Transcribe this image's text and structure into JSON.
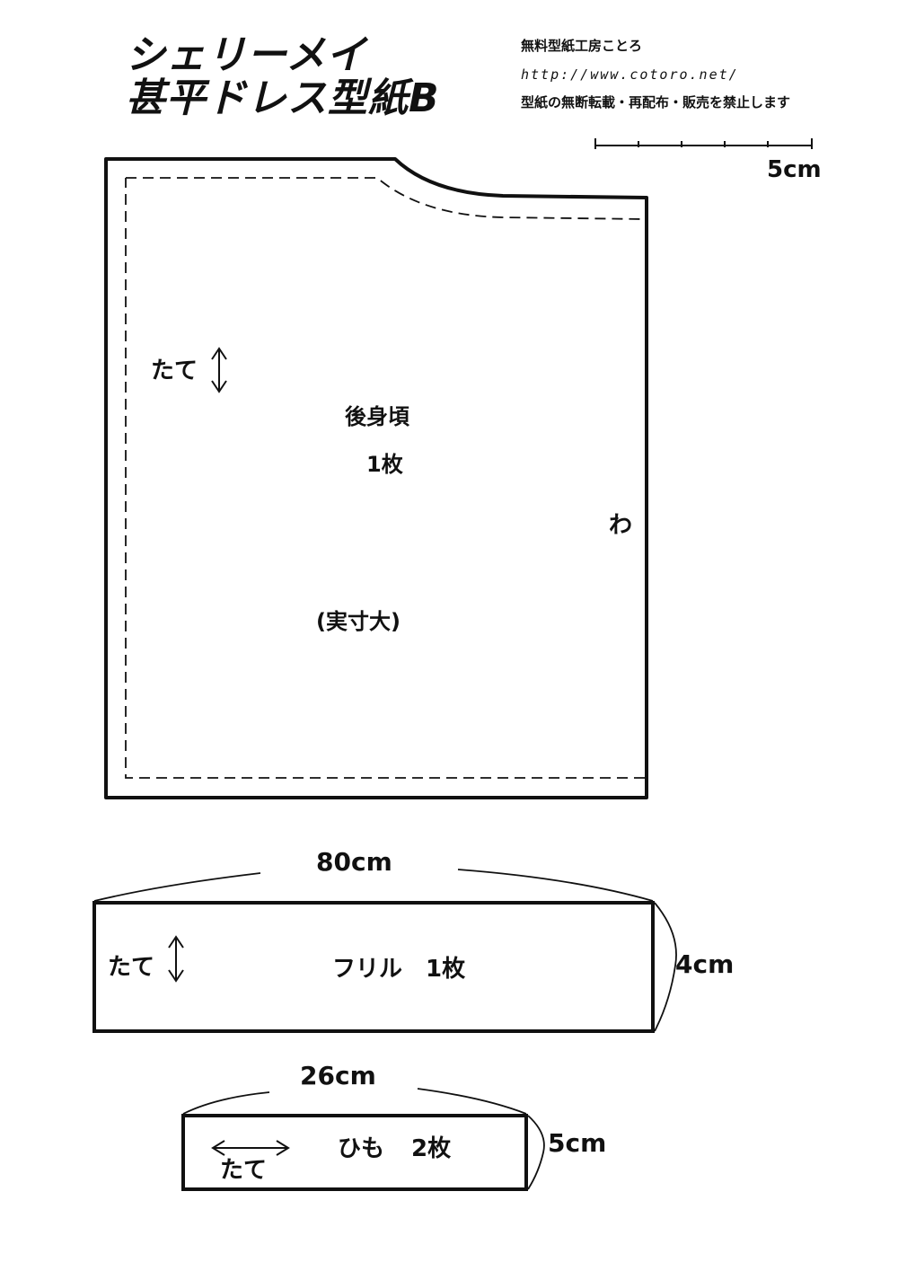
{
  "header": {
    "title_line1": "シェリーメイ",
    "title_line2": "甚平ドレス型紙B",
    "credit_name": "無料型紙工房ことろ",
    "credit_url": "http://www.cotoro.net/",
    "credit_notice": "型紙の無断転載・再配布・販売を禁止します"
  },
  "scale_bar": {
    "label": "5cm",
    "ticks": 6
  },
  "pieces": {
    "back_body": {
      "name": "後身頃",
      "count": "1枚",
      "grain_label": "たて",
      "fold_label": "わ",
      "scale_note": "(実寸大)"
    },
    "frill": {
      "name": "フリル",
      "count": "1枚",
      "grain_label": "たて",
      "length_label": "80cm",
      "width_label": "4cm"
    },
    "tie": {
      "name": "ひも",
      "count": "2枚",
      "grain_label": "たて",
      "length_label": "26cm",
      "width_label": "5cm"
    }
  },
  "colors": {
    "ink": "#111111",
    "paper": "#ffffff"
  }
}
